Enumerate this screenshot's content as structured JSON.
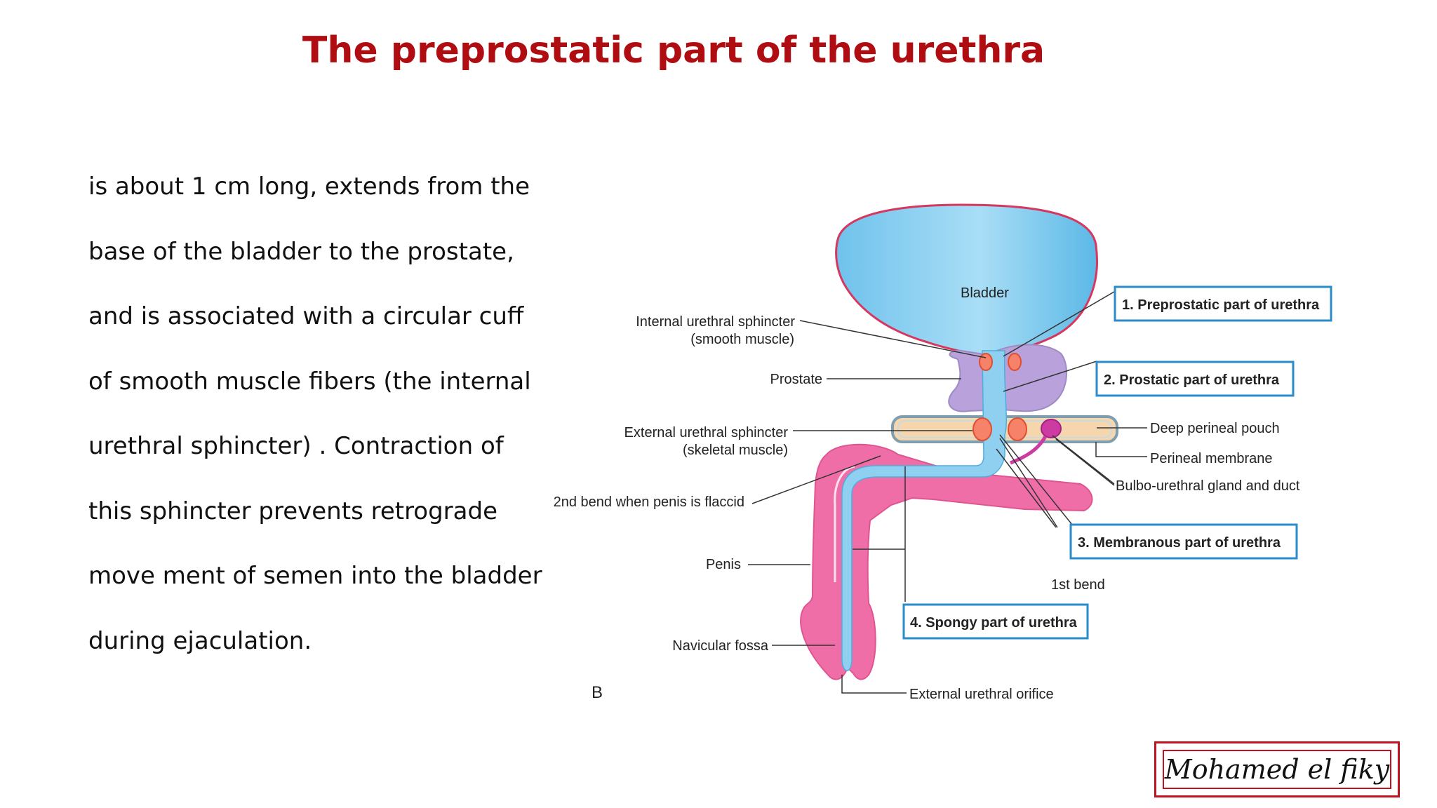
{
  "title": "The preprostatic part of the urethra",
  "body_lines": [
    "is about 1 cm long, extends from the",
    "base of the bladder to the prostate,",
    "and is associated with a circular cuff",
    "of smooth muscle fibers (the internal",
    "urethral sphincter) . Contraction of",
    "this sphincter prevents retrograde",
    "move ment of semen into the bladder",
    "during ejaculation."
  ],
  "diagram": {
    "bladder": "Bladder",
    "internal_sphincter": [
      "Internal urethral sphincter",
      "(smooth muscle)"
    ],
    "prostate": "Prostate",
    "external_sphincter": [
      "External urethral sphincter",
      "(skeletal muscle)"
    ],
    "second_bend": "2nd bend when penis is flaccid",
    "penis": "Penis",
    "navicular_fossa": "Navicular fossa",
    "panel_letter": "B",
    "deep_perineal_pouch": "Deep perineal pouch",
    "perineal_membrane": "Perineal membrane",
    "bulbo_urethral": "Bulbo-urethral gland and duct",
    "first_bend": "1st bend",
    "external_orifice": "External urethral orifice",
    "part1": "1. Preprostatic part of urethra",
    "part2": "2. Prostatic part of urethra",
    "part3": "3. Membranous part of urethra",
    "part4": "4. Spongy part of urethra"
  },
  "signature": "Mohamed el fiky",
  "colors": {
    "title": "#b00d12",
    "bladder": "#8fd0f0",
    "prostate": "#b9a1db",
    "penis": "#f06ea8",
    "box_border": "#2a8cc8",
    "signature_border": "#c1121f"
  }
}
